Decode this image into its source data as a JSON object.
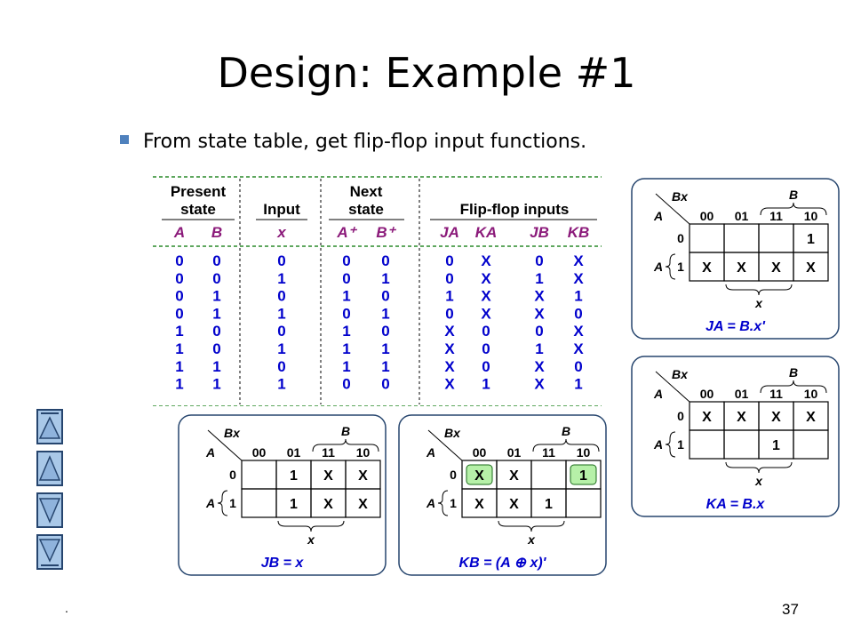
{
  "slide": {
    "title": "Design: Example #1",
    "bullet": "From state table, get flip-flop input functions.",
    "footer_mark": ".",
    "page_number": "37"
  },
  "state_table": {
    "groups": {
      "present": [
        "Present",
        "state"
      ],
      "input": "Input",
      "next": [
        "Next",
        "state"
      ],
      "ff": "Flip-flop inputs"
    },
    "columns": [
      "A",
      "B",
      "x",
      "A⁺",
      "B⁺",
      "JA",
      "KA",
      "JB",
      "KB"
    ],
    "rows": [
      [
        "0",
        "0",
        "0",
        "0",
        "0",
        "0",
        "X",
        "0",
        "X"
      ],
      [
        "0",
        "0",
        "1",
        "0",
        "1",
        "0",
        "X",
        "1",
        "X"
      ],
      [
        "0",
        "1",
        "0",
        "1",
        "0",
        "1",
        "X",
        "X",
        "1"
      ],
      [
        "0",
        "1",
        "1",
        "0",
        "1",
        "0",
        "X",
        "X",
        "0"
      ],
      [
        "1",
        "0",
        "0",
        "1",
        "0",
        "X",
        "0",
        "0",
        "X"
      ],
      [
        "1",
        "0",
        "1",
        "1",
        "1",
        "X",
        "0",
        "1",
        "X"
      ],
      [
        "1",
        "1",
        "0",
        "1",
        "1",
        "X",
        "0",
        "X",
        "0"
      ],
      [
        "1",
        "1",
        "1",
        "0",
        "0",
        "X",
        "1",
        "X",
        "1"
      ]
    ],
    "colors": {
      "header": "#8b1a7a",
      "values": "#0000cc",
      "dash": "#2a8a2a"
    }
  },
  "kmaps": {
    "ja": {
      "row_var": "A",
      "col_var": "Bx",
      "b_label": "B",
      "x_label": "x",
      "row_labels": [
        "0",
        "1"
      ],
      "col_labels": [
        "00",
        "01",
        "11",
        "10"
      ],
      "cells": [
        [
          "",
          "",
          "",
          "1"
        ],
        [
          "X",
          "X",
          "X",
          "X"
        ]
      ],
      "equation": "JA = B.x'"
    },
    "ka": {
      "row_var": "A",
      "col_var": "Bx",
      "b_label": "B",
      "x_label": "x",
      "row_labels": [
        "0",
        "1"
      ],
      "col_labels": [
        "00",
        "01",
        "11",
        "10"
      ],
      "cells": [
        [
          "X",
          "X",
          "X",
          "X"
        ],
        [
          "",
          "",
          "1",
          ""
        ]
      ],
      "equation": "KA = B.x"
    },
    "jb": {
      "row_var": "A",
      "col_var": "Bx",
      "b_label": "B",
      "x_label": "x",
      "row_labels": [
        "0",
        "1"
      ],
      "col_labels": [
        "00",
        "01",
        "11",
        "10"
      ],
      "cells": [
        [
          "",
          "1",
          "X",
          "X"
        ],
        [
          "",
          "1",
          "X",
          "X"
        ]
      ],
      "equation": "JB = x"
    },
    "kb": {
      "row_var": "A",
      "col_var": "Bx",
      "b_label": "B",
      "x_label": "x",
      "row_labels": [
        "0",
        "1"
      ],
      "col_labels": [
        "00",
        "01",
        "11",
        "10"
      ],
      "cells": [
        [
          "X",
          "X",
          "",
          "1"
        ],
        [
          "X",
          "X",
          "1",
          ""
        ]
      ],
      "equation": "KB = (A ⊕ x)'"
    },
    "colors": {
      "equation": "#0000cc",
      "border": "#26456e",
      "highlight": "#b6f0a8"
    }
  },
  "nav": {
    "buttons": [
      {
        "icon": "first-slide-icon"
      },
      {
        "icon": "previous-slide-icon"
      },
      {
        "icon": "next-slide-icon"
      },
      {
        "icon": "last-slide-icon"
      }
    ]
  }
}
